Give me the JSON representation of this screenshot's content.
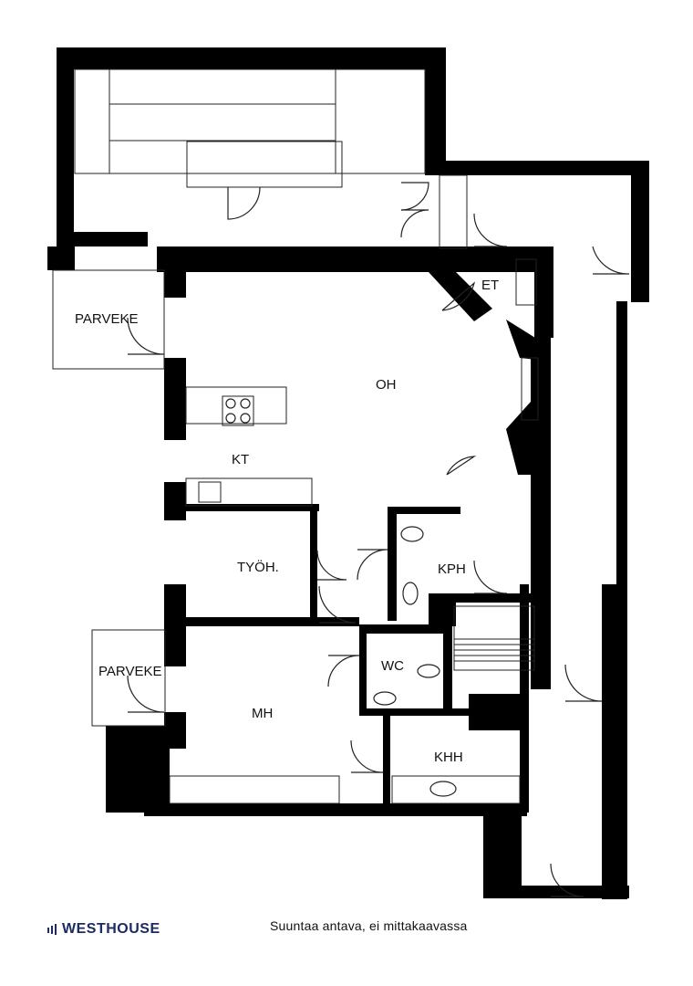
{
  "rooms": {
    "parveke_top": "PARVEKE",
    "oh": "OH",
    "et": "ET",
    "kt": "KT",
    "tyoh": "TYÖH.",
    "kph": "KPH",
    "wc": "WC",
    "parveke_bottom": "PARVEKE",
    "mh": "MH",
    "khh": "KHH"
  },
  "footer": {
    "brand": "WESTHOUSE",
    "note": "Suuntaa antava, ei mittakaavassa"
  },
  "colors": {
    "wall": "#000000",
    "line": "#222222",
    "brand": "#1b2b63"
  }
}
